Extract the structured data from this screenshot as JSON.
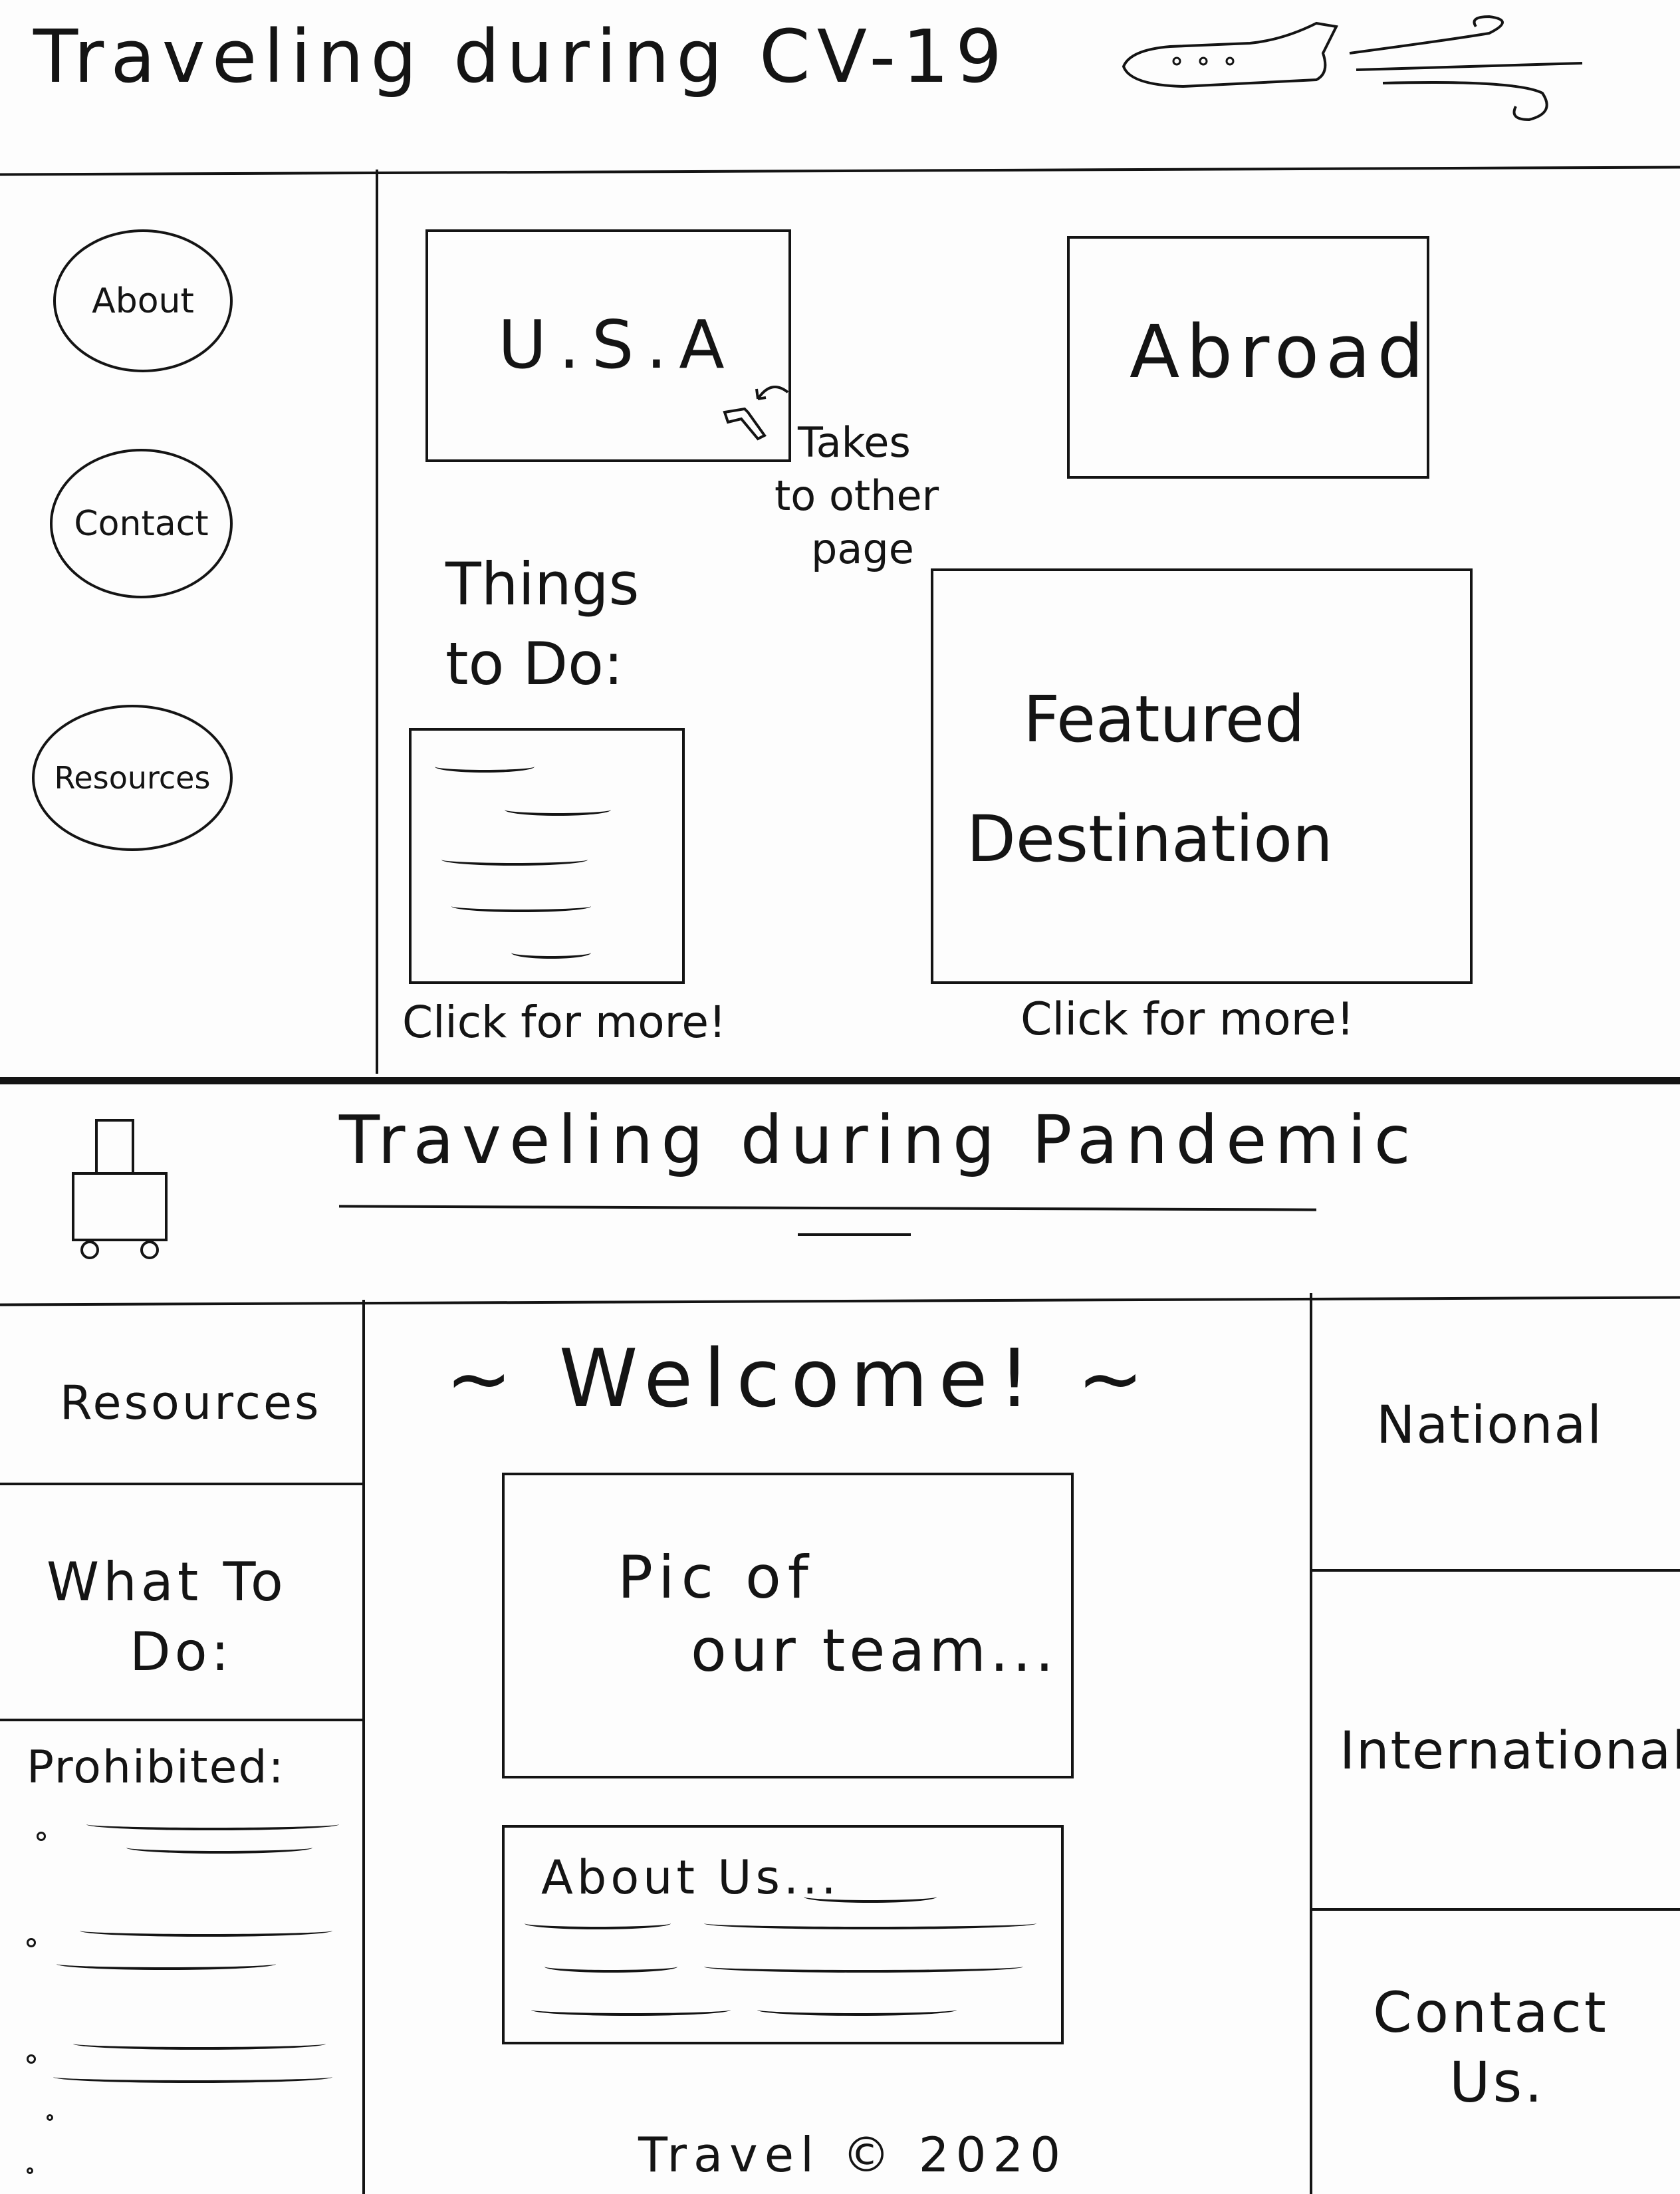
{
  "sketch1": {
    "title": "Traveling during CV-19",
    "nav": [
      "About",
      "Contact",
      "Resources"
    ],
    "usa_label": "U.S.A",
    "abroad_label": "Abroad",
    "note": [
      "Takes",
      "to other",
      "page"
    ],
    "things_heading": [
      "Things",
      "to Do:"
    ],
    "featured": [
      "Featured",
      "Destination"
    ],
    "click_more_left": "Click for more!",
    "click_more_right": "Click for more!"
  },
  "sketch2": {
    "title": "Traveling during Pandemic",
    "left_nav": {
      "resources": "Resources",
      "what_to_do": [
        "What To",
        "Do:"
      ],
      "prohibited": "Prohibited:"
    },
    "welcome": "~ Welcome! ~",
    "team_pic": [
      "Pic of",
      "our team..."
    ],
    "about_us": "About Us...",
    "right_nav": {
      "national": "National",
      "international": "International",
      "contact": [
        "Contact",
        "Us."
      ]
    },
    "footer": "Travel © 2020"
  },
  "icons": {
    "airplane": "airplane-icon",
    "luggage": "luggage-icon",
    "cursor": "cursor-icon"
  }
}
